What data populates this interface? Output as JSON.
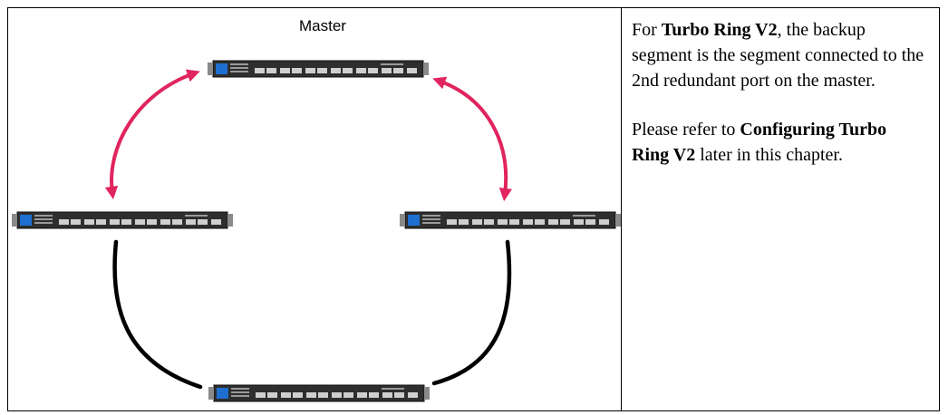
{
  "diagram": {
    "master_label": "Master",
    "switches": [
      {
        "role": "master"
      },
      {
        "role": "left"
      },
      {
        "role": "right"
      },
      {
        "role": "bottom"
      }
    ],
    "colors": {
      "arrow": "#e0245e",
      "cable": "#000000",
      "switch_body": "#2b2b2b",
      "switch_panel": "#1e6fd0"
    }
  },
  "description": {
    "p1": {
      "pre": "For ",
      "bold": "Turbo Ring V2",
      "post": ", the backup segment is the segment connected to the 2nd redundant port on the master."
    },
    "p2": {
      "pre": "Please refer to ",
      "bold": "Configuring Turbo Ring V2",
      "post": " later in this chapter."
    }
  }
}
